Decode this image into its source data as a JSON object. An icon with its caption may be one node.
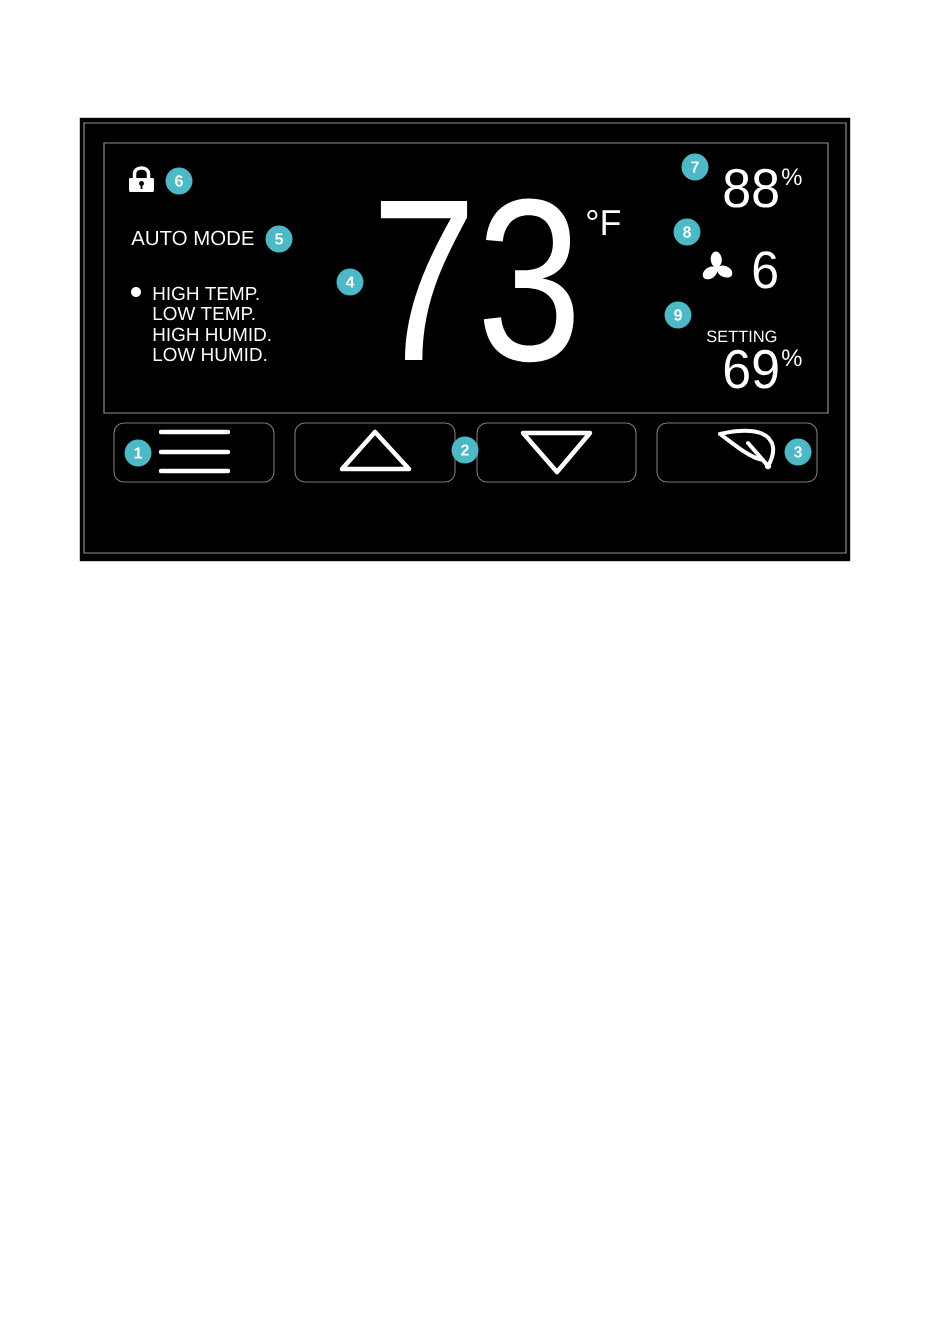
{
  "diagram": {
    "nodes": [
      {
        "text": [],
        "shape": "box"
      },
      {
        "text": [
          "AUTO MODE",
          "HIGH TEMP.",
          "LOW TEMP.",
          "HIGH HUMID.",
          "LOW HUMID.",
          "73",
          "°F",
          "88",
          "%",
          "6",
          "SETTING",
          "69",
          "%"
        ],
        "in": 0
      },
      {
        "text": [],
        "shape": "box",
        "in": 0
      },
      {
        "text": [],
        "shape": "box",
        "in": 0
      },
      {
        "text": [],
        "shape": "box",
        "in": 0
      },
      {
        "text": [],
        "shape": "box",
        "in": 0
      }
    ],
    "labels": [
      "6",
      "7",
      "5",
      "8",
      "4",
      "9",
      "1",
      "2",
      "3"
    ]
  }
}
